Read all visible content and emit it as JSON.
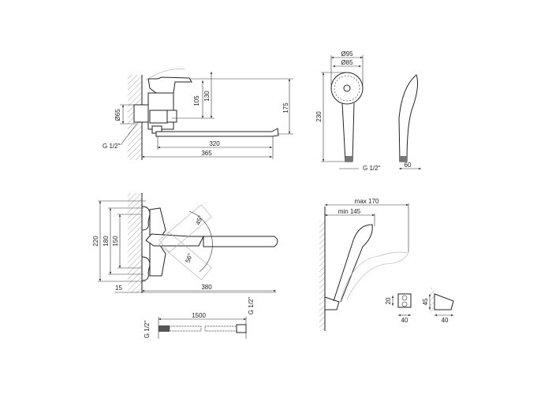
{
  "title": "Bath mixer with shower set – dimensional drawing",
  "mixer_side": {
    "d65": "Ø65",
    "thread": "G 1/2\"",
    "h105": "105",
    "h130": "130",
    "h175": "175",
    "l320": "320",
    "l365": "365"
  },
  "handshower": {
    "d95": "Ø95",
    "d85": "Ø85",
    "h230": "230",
    "thread": "G 1/2\"",
    "w60": "60"
  },
  "mixer_top": {
    "d220": "220",
    "d180": "180",
    "d150": "150",
    "wall15": "15",
    "l380": "380",
    "angle1": "45°",
    "angle2": "56°"
  },
  "hose": {
    "length": "1500",
    "thread_left": "G 1/2\"",
    "thread_right": "G 1/2\""
  },
  "holder": {
    "max": "max 170",
    "min": "min 145",
    "h20": "20",
    "w40a": "40",
    "h45": "45",
    "w40b": "40"
  },
  "colors": {
    "line": "#222222",
    "ghost": "#aaaaaa"
  }
}
